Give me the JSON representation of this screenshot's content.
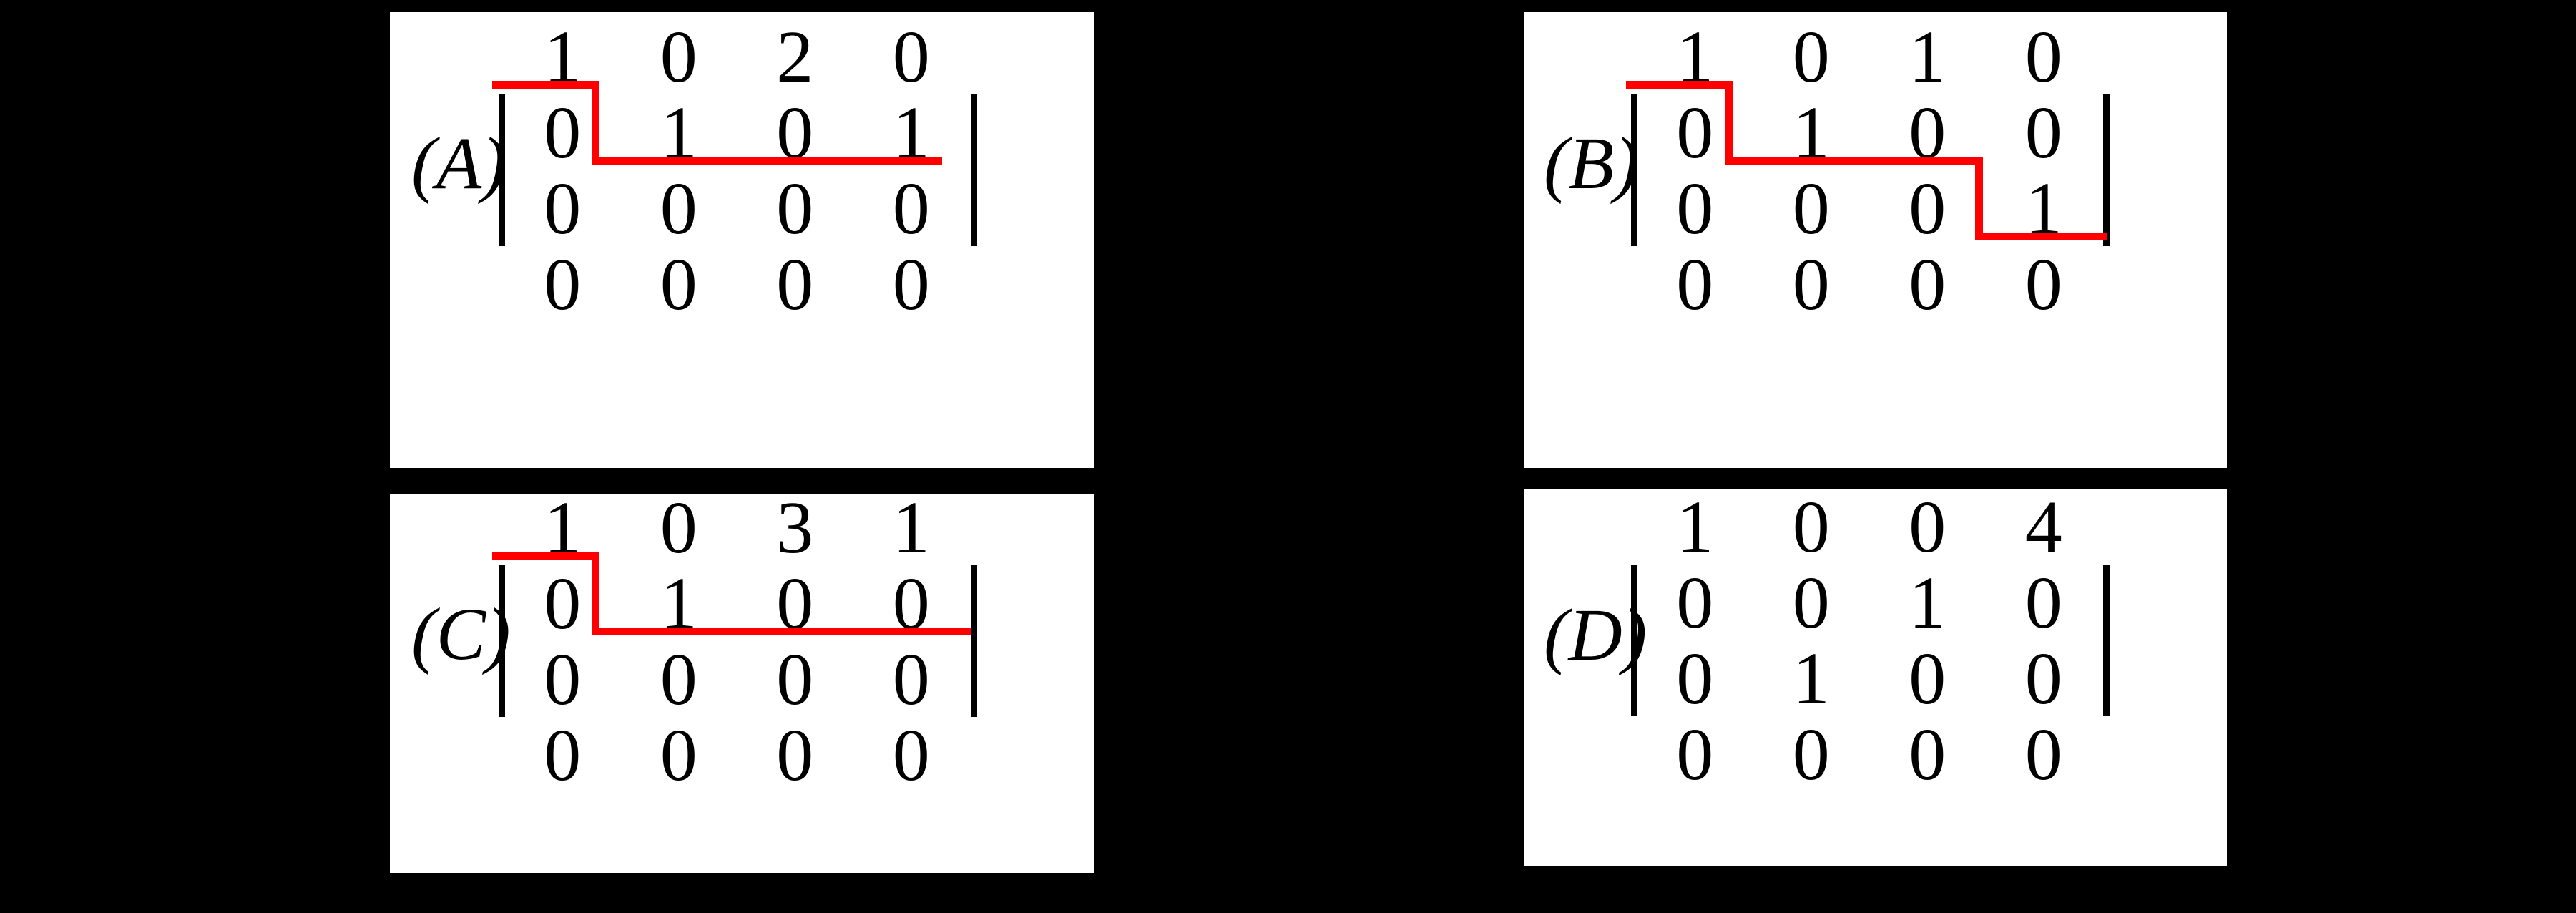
{
  "figure": {
    "background_color": "#000000",
    "panel_background": "#ffffff",
    "text_color": "#000000",
    "highlight_color": "#ff0000",
    "rows": 4,
    "cols": 4
  },
  "panels": [
    {
      "id": "A",
      "label": "(A)",
      "matrix": [
        [
          "1",
          "0",
          "2",
          "0"
        ],
        [
          "0",
          "1",
          "0",
          "1"
        ],
        [
          "0",
          "0",
          "0",
          "0"
        ],
        [
          "0",
          "0",
          "0",
          "0"
        ]
      ],
      "has_staircase": true,
      "staircase_description": "starts above row 1 at column 1, drops after column 1, runs right through column 4",
      "bracket_rows": [
        2,
        3
      ]
    },
    {
      "id": "B",
      "label": "(B)",
      "matrix": [
        [
          "1",
          "0",
          "1",
          "0"
        ],
        [
          "0",
          "1",
          "0",
          "0"
        ],
        [
          "0",
          "0",
          "0",
          "1"
        ],
        [
          "0",
          "0",
          "0",
          "0"
        ]
      ],
      "has_staircase": true,
      "staircase_description": "starts above row 1 at column 1, drops after column 1, runs right to column 3, drops again, runs right through column 4",
      "bracket_rows": [
        2,
        3
      ]
    },
    {
      "id": "C",
      "label": "(C)",
      "matrix": [
        [
          "1",
          "0",
          "3",
          "1"
        ],
        [
          "0",
          "1",
          "0",
          "0"
        ],
        [
          "0",
          "0",
          "0",
          "0"
        ],
        [
          "0",
          "0",
          "0",
          "0"
        ]
      ],
      "has_staircase": true,
      "staircase_description": "starts above row 1 at column 1, drops after column 1, runs right through column 4",
      "bracket_rows": [
        2,
        3
      ]
    },
    {
      "id": "D",
      "label": "(D)",
      "matrix": [
        [
          "1",
          "0",
          "0",
          "4"
        ],
        [
          "0",
          "0",
          "1",
          "0"
        ],
        [
          "0",
          "1",
          "0",
          "0"
        ],
        [
          "0",
          "0",
          "0",
          "0"
        ]
      ],
      "has_staircase": false,
      "staircase_description": "",
      "bracket_rows": [
        2,
        3
      ]
    }
  ]
}
